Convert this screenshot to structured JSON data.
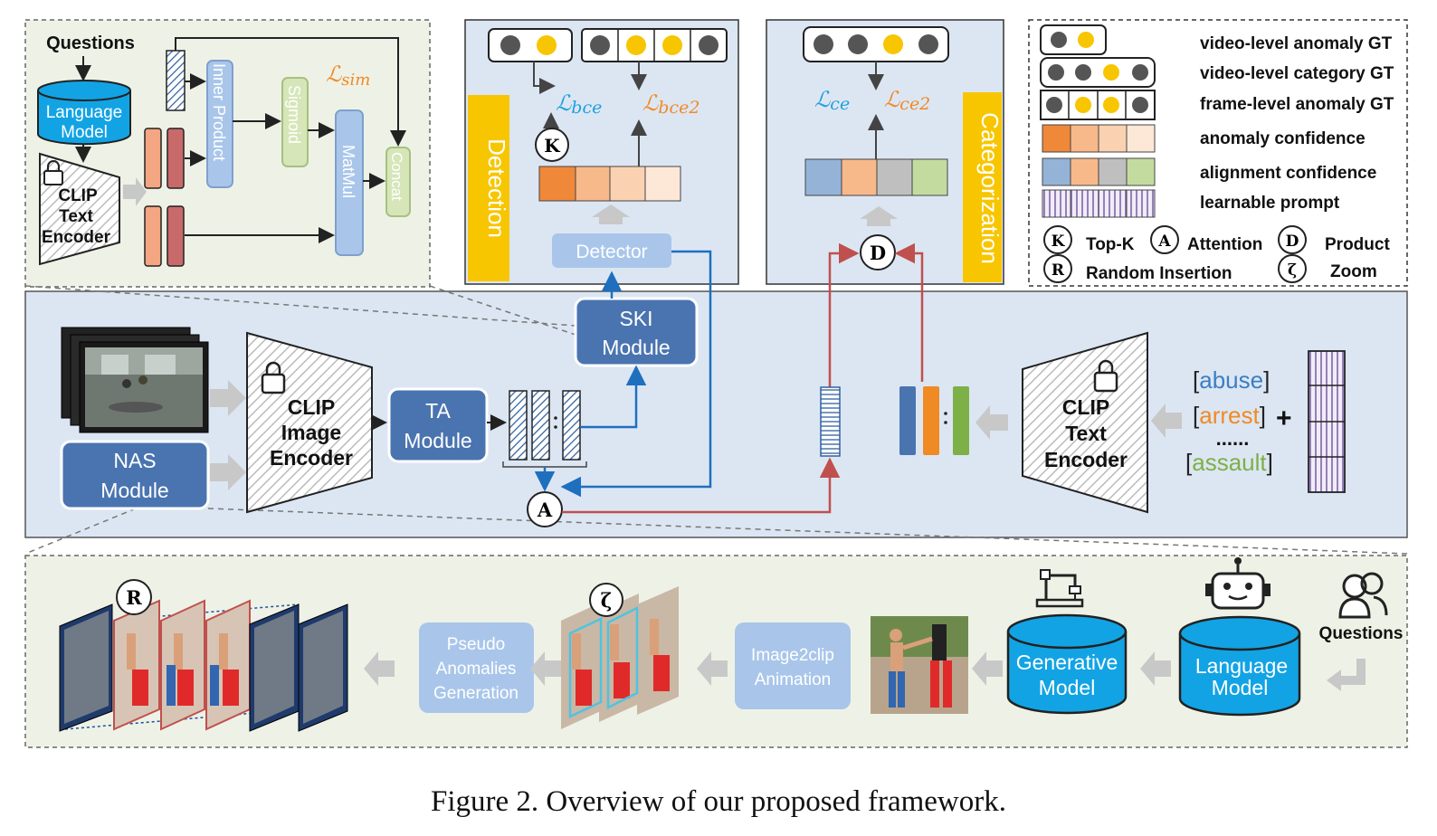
{
  "caption": "Figure 2. Overview of our proposed framework.",
  "ski_detail": {
    "questions": "Questions",
    "language_model": [
      "Language",
      "Model"
    ],
    "clip_text_encoder": [
      "CLIP",
      "Text",
      "Encoder"
    ],
    "inner_product": "Inner Product",
    "sigmoid": "Sigmoid",
    "matmul": "MatMul",
    "concat": "Concat",
    "loss_sim": "ℒ",
    "loss_sim_sub": "sim"
  },
  "detection": {
    "title": "Detection",
    "loss_bce": "ℒ",
    "loss_bce_sub": "bce",
    "loss_bce2": "ℒ",
    "loss_bce2_sub": "bce2",
    "topk_symbol": "K",
    "detector": "Detector"
  },
  "categorization": {
    "title": "Categorization",
    "loss_ce": "ℒ",
    "loss_ce_sub": "ce",
    "loss_ce2": "ℒ",
    "loss_ce2_sub": "ce2",
    "product_symbol": "D"
  },
  "legend": {
    "items": [
      "video-level anomaly GT",
      "video-level category GT",
      "frame-level anomaly GT",
      "anomaly confidence",
      "alignment confidence",
      "learnable prompt"
    ],
    "symbols": [
      {
        "glyph": "K",
        "label": "Top-K"
      },
      {
        "glyph": "A",
        "label": "Attention"
      },
      {
        "glyph": "D",
        "label": "Product"
      },
      {
        "glyph": "R",
        "label": "Random Insertion"
      },
      {
        "glyph": "ζ",
        "label": "Zoom"
      }
    ]
  },
  "main": {
    "ski_module": [
      "SKI",
      "Module"
    ],
    "clip_image_encoder": [
      "CLIP",
      "Image",
      "Encoder"
    ],
    "ta_module": [
      "TA",
      "Module"
    ],
    "nas_module": [
      "NAS",
      "Module"
    ],
    "attention_symbol": "A",
    "clip_text_encoder": [
      "CLIP",
      "Text",
      "Encoder"
    ],
    "prompts": [
      {
        "word": "abuse",
        "color": "#3b7fc4"
      },
      {
        "word": "arrest",
        "color": "#f08a24"
      },
      {
        "word": "assault",
        "color": "#7db047"
      }
    ],
    "plus": "+",
    "ellipsis": "......"
  },
  "nas_detail": {
    "questions": "Questions",
    "language_model": [
      "Language",
      "Model"
    ],
    "generative_model": [
      "Generative",
      "Model"
    ],
    "image2clip": [
      "Image2clip",
      "Animation"
    ],
    "pseudo": [
      "Pseudo",
      "Anomalies",
      "Generation"
    ],
    "random_symbol": "R",
    "zoom_symbol": "ζ"
  },
  "colors": {
    "blue_module": "#4a74b0",
    "light_blue": "#a9c6ea",
    "cyan_db": "#12a3e4",
    "panel_blue": "#dce6f3",
    "panel_green": "#eef2e6",
    "yellow": "#f7c600",
    "orange": "#f08a24",
    "green": "#7db047",
    "red_arrow": "#c0504d",
    "blue_arrow": "#1f6fbf"
  }
}
